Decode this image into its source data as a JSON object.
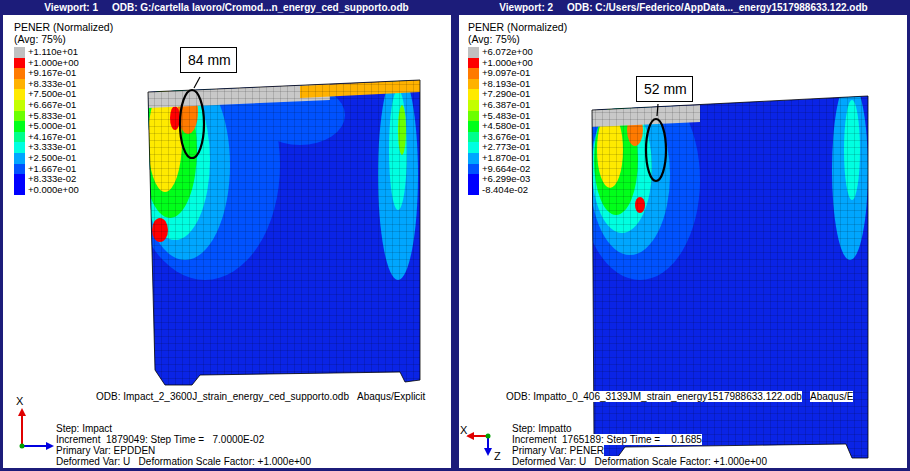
{
  "diagram": {
    "nodes": [
      {
        "text": [
          "Viewport: 1     ODB: G:/cartella lavoro/Cromod...n_energy_ced_supporto.odb"
        ]
      },
      {
        "text": [
          "Viewport: 2     ODB: C:/Users/Federico/AppData..._energy1517988633.122.odb"
        ]
      },
      {
        "text": [
          "84 mm"
        ]
      },
      {
        "text": [
          "52 mm"
        ]
      }
    ],
    "labels": [
      "PENER (Normalized)",
      "(Avg: 75%)",
      "ODB: Impact_2_3600J_strain_energy_ced_supporto.odb",
      "Abaqus/Explicit",
      "Step: Impact",
      "Increment  1879049: Step Time =   7.0000E-02",
      "Primary Var: EPDDEN",
      "Deformed Var: U   Deformation Scale Factor: +1.000e+00",
      "X",
      "PENER (Normalized)",
      "(Avg: 75%)",
      "ODB: Impatto_0_406_3139JM_strain_energy1517988633.122.odb",
      "Abaqus/E",
      "Step: Impatto",
      "Increment  1765189: Step Time =    0.1685",
      "Primary Var: PENER",
      "Deformed Var: U   Deformation Scale Factor: +1.000e+00",
      "X",
      "Z"
    ],
    "legend": [
      {
        "text": "+1.110e+01",
        "color": "#c0c0c0"
      },
      {
        "text": "+1.000e+00",
        "color": "#ff0000"
      },
      {
        "text": "+9.167e-01",
        "color": "#ff7a00"
      },
      {
        "text": "+8.333e-01",
        "color": "#ffb200"
      },
      {
        "text": "+7.500e-01",
        "color": "#ffea00"
      },
      {
        "text": "+6.667e-01",
        "color": "#c3ff00"
      },
      {
        "text": "+5.833e-01",
        "color": "#6bff00"
      },
      {
        "text": "+5.000e-01",
        "color": "#00ff1a"
      },
      {
        "text": "+4.167e-01",
        "color": "#00ff8c"
      },
      {
        "text": "+3.333e-01",
        "color": "#00ffe1"
      },
      {
        "text": "+2.500e-01",
        "color": "#00a6ff"
      },
      {
        "text": "+1.667e-01",
        "color": "#0052ff"
      },
      {
        "text": "+8.333e-02",
        "color": "#0000ff"
      },
      {
        "text": "+0.000e+00",
        "color": "#0000ff"
      },
      {
        "text": "+6.072e+00",
        "color": "#c0c0c0"
      },
      {
        "text": "+1.000e+00",
        "color": "#ff0000"
      },
      {
        "text": "+9.097e-01",
        "color": "#ff7a00"
      },
      {
        "text": "+8.193e-01",
        "color": "#ffb200"
      },
      {
        "text": "+7.290e-01",
        "color": "#ffea00"
      },
      {
        "text": "+6.387e-01",
        "color": "#c3ff00"
      },
      {
        "text": "+5.483e-01",
        "color": "#6bff00"
      },
      {
        "text": "+4.580e-01",
        "color": "#00ff1a"
      },
      {
        "text": "+3.676e-01",
        "color": "#00ff8c"
      },
      {
        "text": "+2.773e-01",
        "color": "#00ffe1"
      },
      {
        "text": "+1.870e-01",
        "color": "#00a6ff"
      },
      {
        "text": "+9.664e-02",
        "color": "#0052ff"
      },
      {
        "text": "+6.299e-03",
        "color": "#0000ff"
      },
      {
        "text": "-8.404e-02",
        "color": "#0000ff"
      }
    ]
  }
}
